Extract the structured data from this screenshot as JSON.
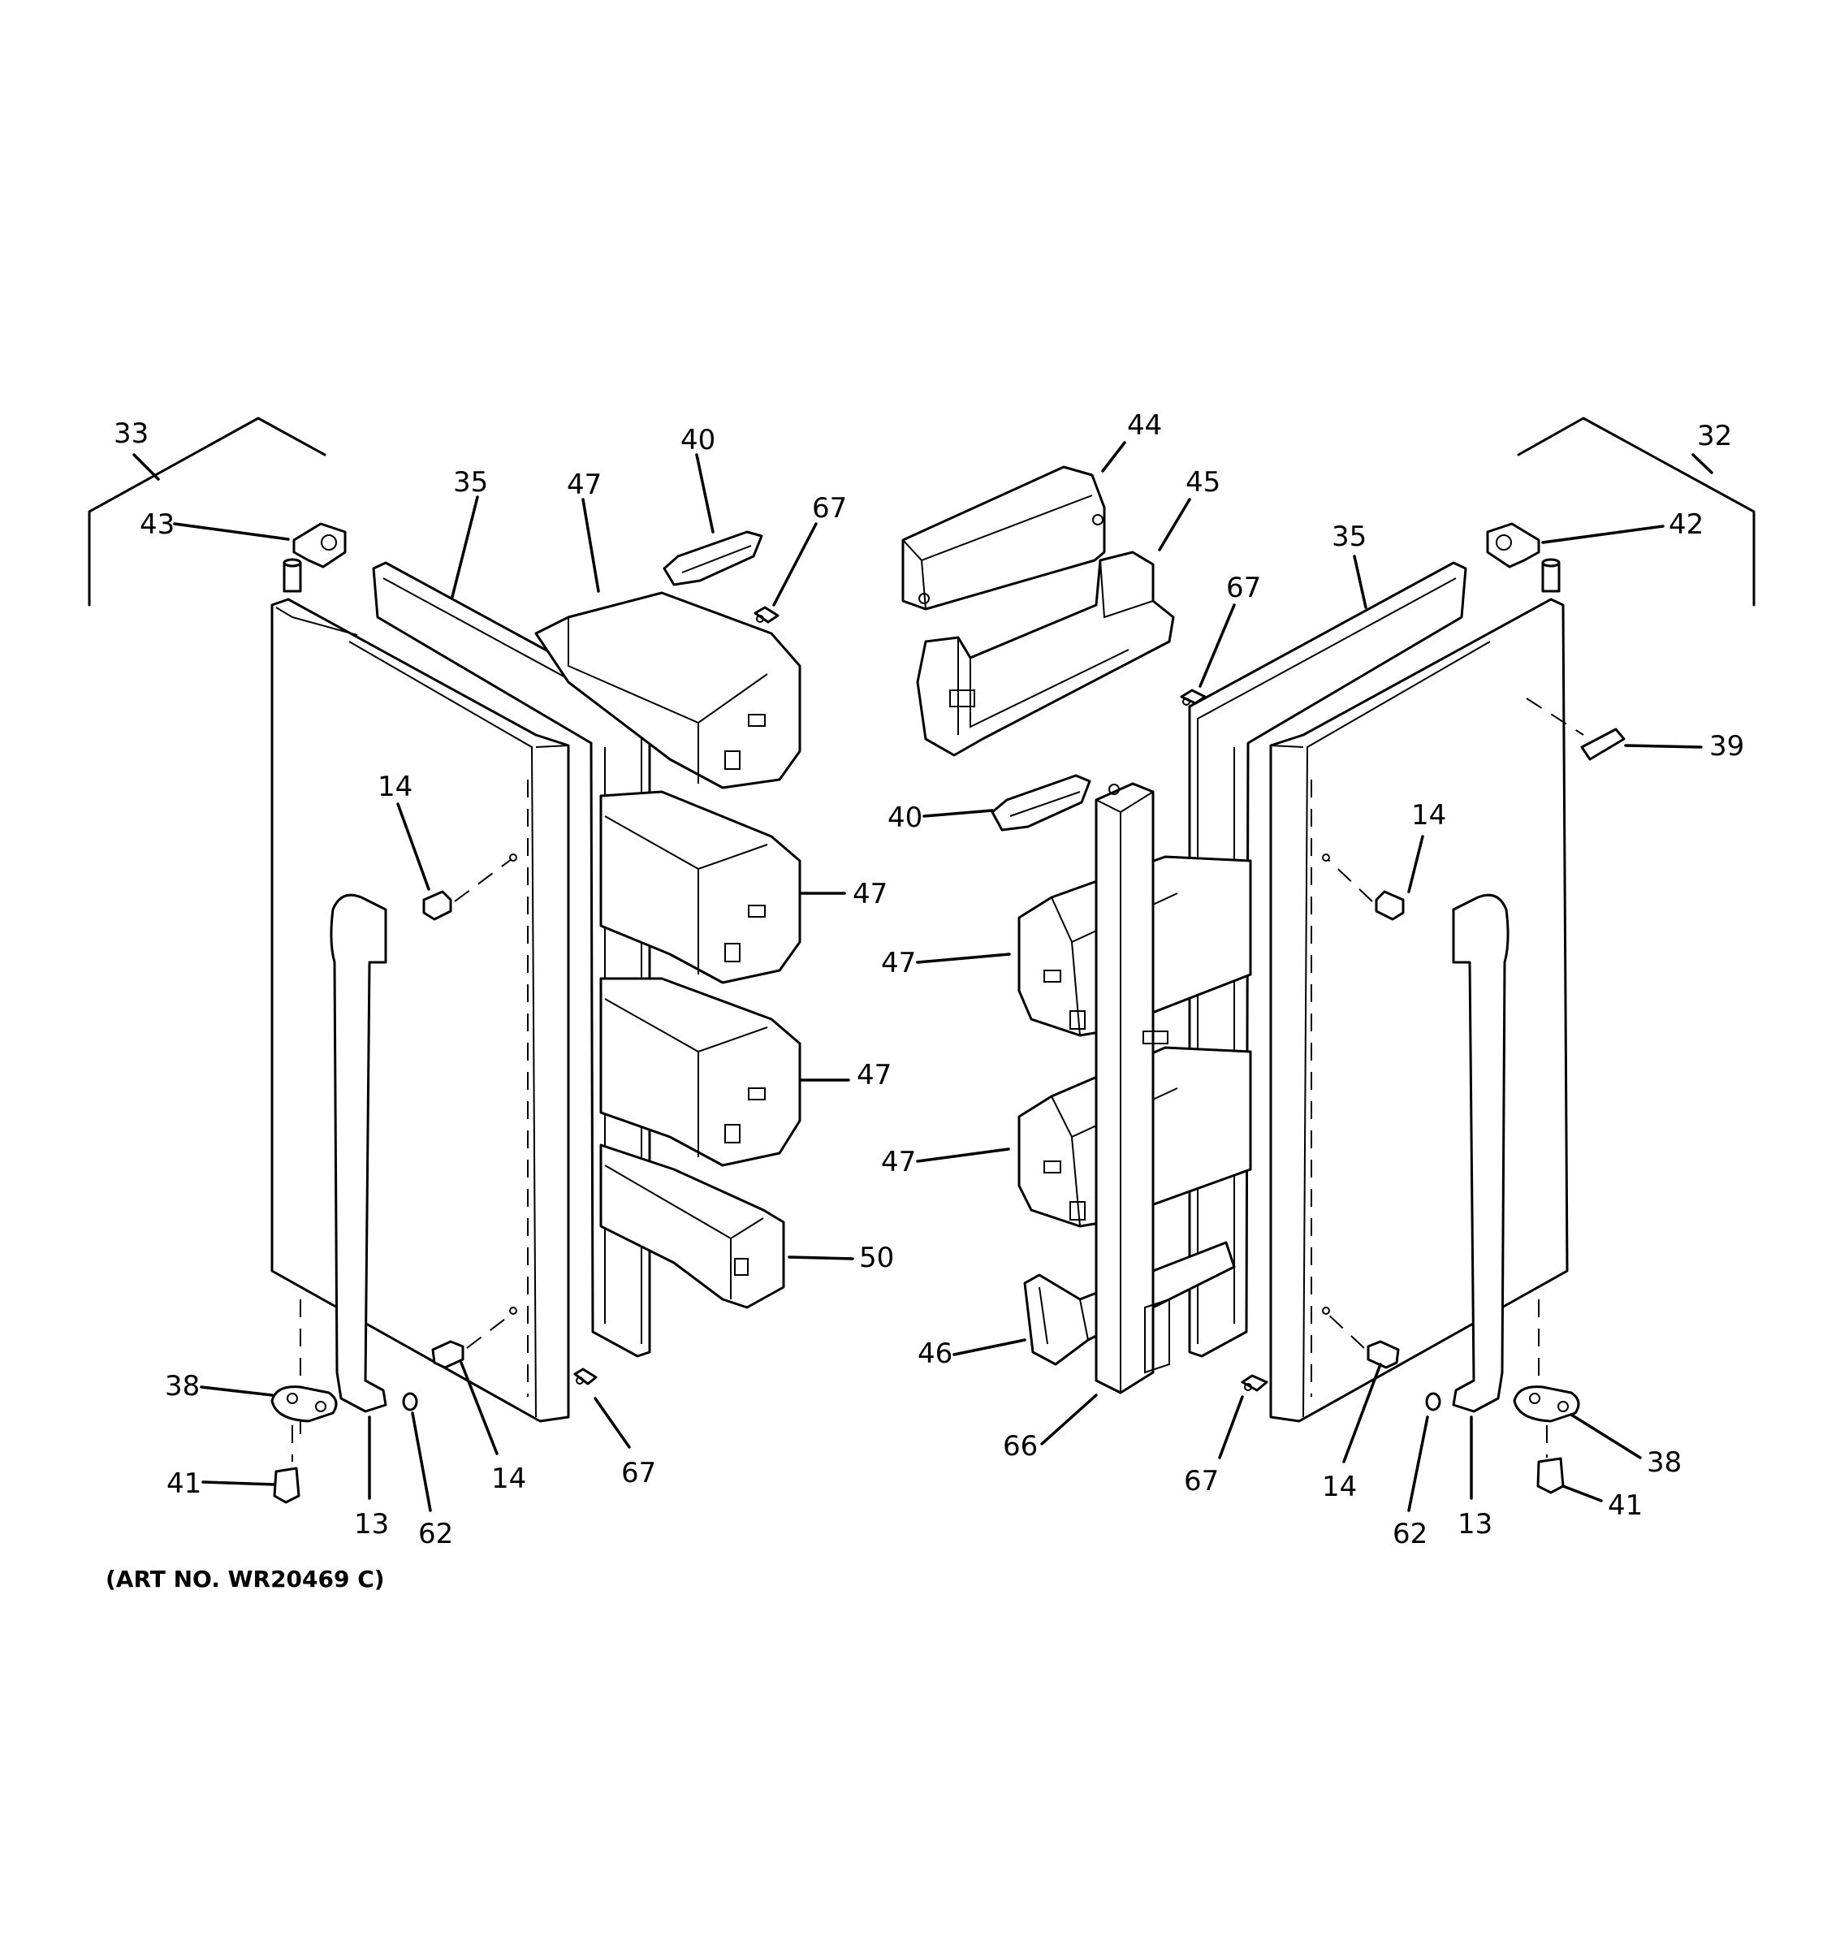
{
  "diagram": {
    "callouts": [
      {
        "id": "c-33",
        "text": "33"
      },
      {
        "id": "c-43",
        "text": "43"
      },
      {
        "id": "c-35-left",
        "text": "35"
      },
      {
        "id": "c-47-top-left",
        "text": "47"
      },
      {
        "id": "c-40-top",
        "text": "40"
      },
      {
        "id": "c-67-top",
        "text": "67"
      },
      {
        "id": "c-14-left-top",
        "text": "14"
      },
      {
        "id": "c-47-left-2",
        "text": "47"
      },
      {
        "id": "c-47-left-3",
        "text": "47"
      },
      {
        "id": "c-50",
        "text": "50"
      },
      {
        "id": "c-38-left",
        "text": "38"
      },
      {
        "id": "c-41-left",
        "text": "41"
      },
      {
        "id": "c-13-left",
        "text": "13"
      },
      {
        "id": "c-14-left-bottom",
        "text": "14"
      },
      {
        "id": "c-62-left",
        "text": "62"
      },
      {
        "id": "c-67-left-bottom",
        "text": "67"
      },
      {
        "id": "c-44",
        "text": "44"
      },
      {
        "id": "c-45",
        "text": "45"
      },
      {
        "id": "c-67-right-top",
        "text": "67"
      },
      {
        "id": "c-35-right",
        "text": "35"
      },
      {
        "id": "c-32",
        "text": "32"
      },
      {
        "id": "c-42",
        "text": "42"
      },
      {
        "id": "c-39",
        "text": "39"
      },
      {
        "id": "c-40-right",
        "text": "40"
      },
      {
        "id": "c-14-right-top",
        "text": "14"
      },
      {
        "id": "c-47-right-1",
        "text": "47"
      },
      {
        "id": "c-47-right-2",
        "text": "47"
      },
      {
        "id": "c-46",
        "text": "46"
      },
      {
        "id": "c-66",
        "text": "66"
      },
      {
        "id": "c-67-right-bottom",
        "text": "67"
      },
      {
        "id": "c-14-right-bottom",
        "text": "14"
      },
      {
        "id": "c-62-right",
        "text": "62"
      },
      {
        "id": "c-13-right",
        "text": "13"
      },
      {
        "id": "c-38-right",
        "text": "38"
      },
      {
        "id": "c-41-right",
        "text": "41"
      }
    ]
  },
  "footer": {
    "art_number": "(ART NO. WR20469 C)"
  }
}
